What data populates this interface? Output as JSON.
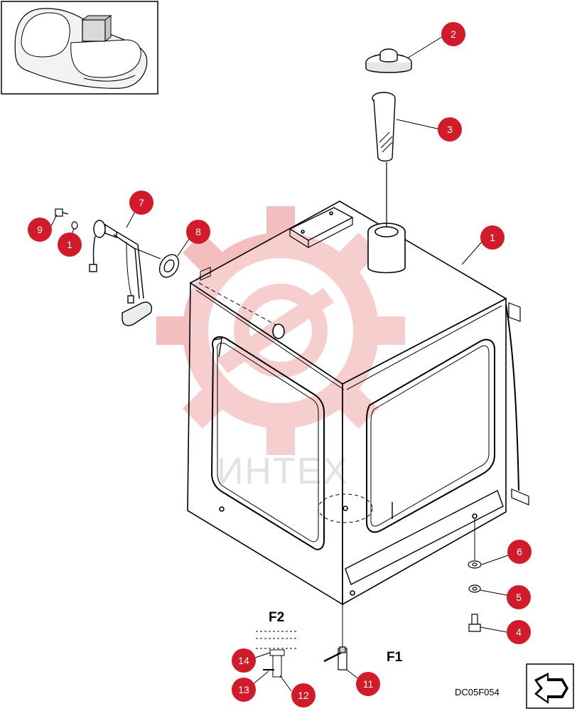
{
  "callouts": [
    {
      "id": "c2",
      "text": "2"
    },
    {
      "id": "c3",
      "text": "3"
    },
    {
      "id": "c1a",
      "text": "1"
    },
    {
      "id": "c7",
      "text": "7"
    },
    {
      "id": "c9",
      "text": "9"
    },
    {
      "id": "c1b",
      "text": "1"
    },
    {
      "id": "c8",
      "text": "8"
    },
    {
      "id": "c6",
      "text": "6"
    },
    {
      "id": "c5",
      "text": "5"
    },
    {
      "id": "c4",
      "text": "4"
    },
    {
      "id": "c14",
      "text": "14"
    },
    {
      "id": "c13",
      "text": "13"
    },
    {
      "id": "c12",
      "text": "12"
    },
    {
      "id": "c11",
      "text": "11"
    }
  ],
  "labels": {
    "f1": "F1",
    "f2": "F2",
    "drawing_code": "DC05F054",
    "watermark": "ИНТЕХ"
  },
  "colors": {
    "callout": "#d11a2a",
    "watermark_gear": "#f4b8b8"
  }
}
